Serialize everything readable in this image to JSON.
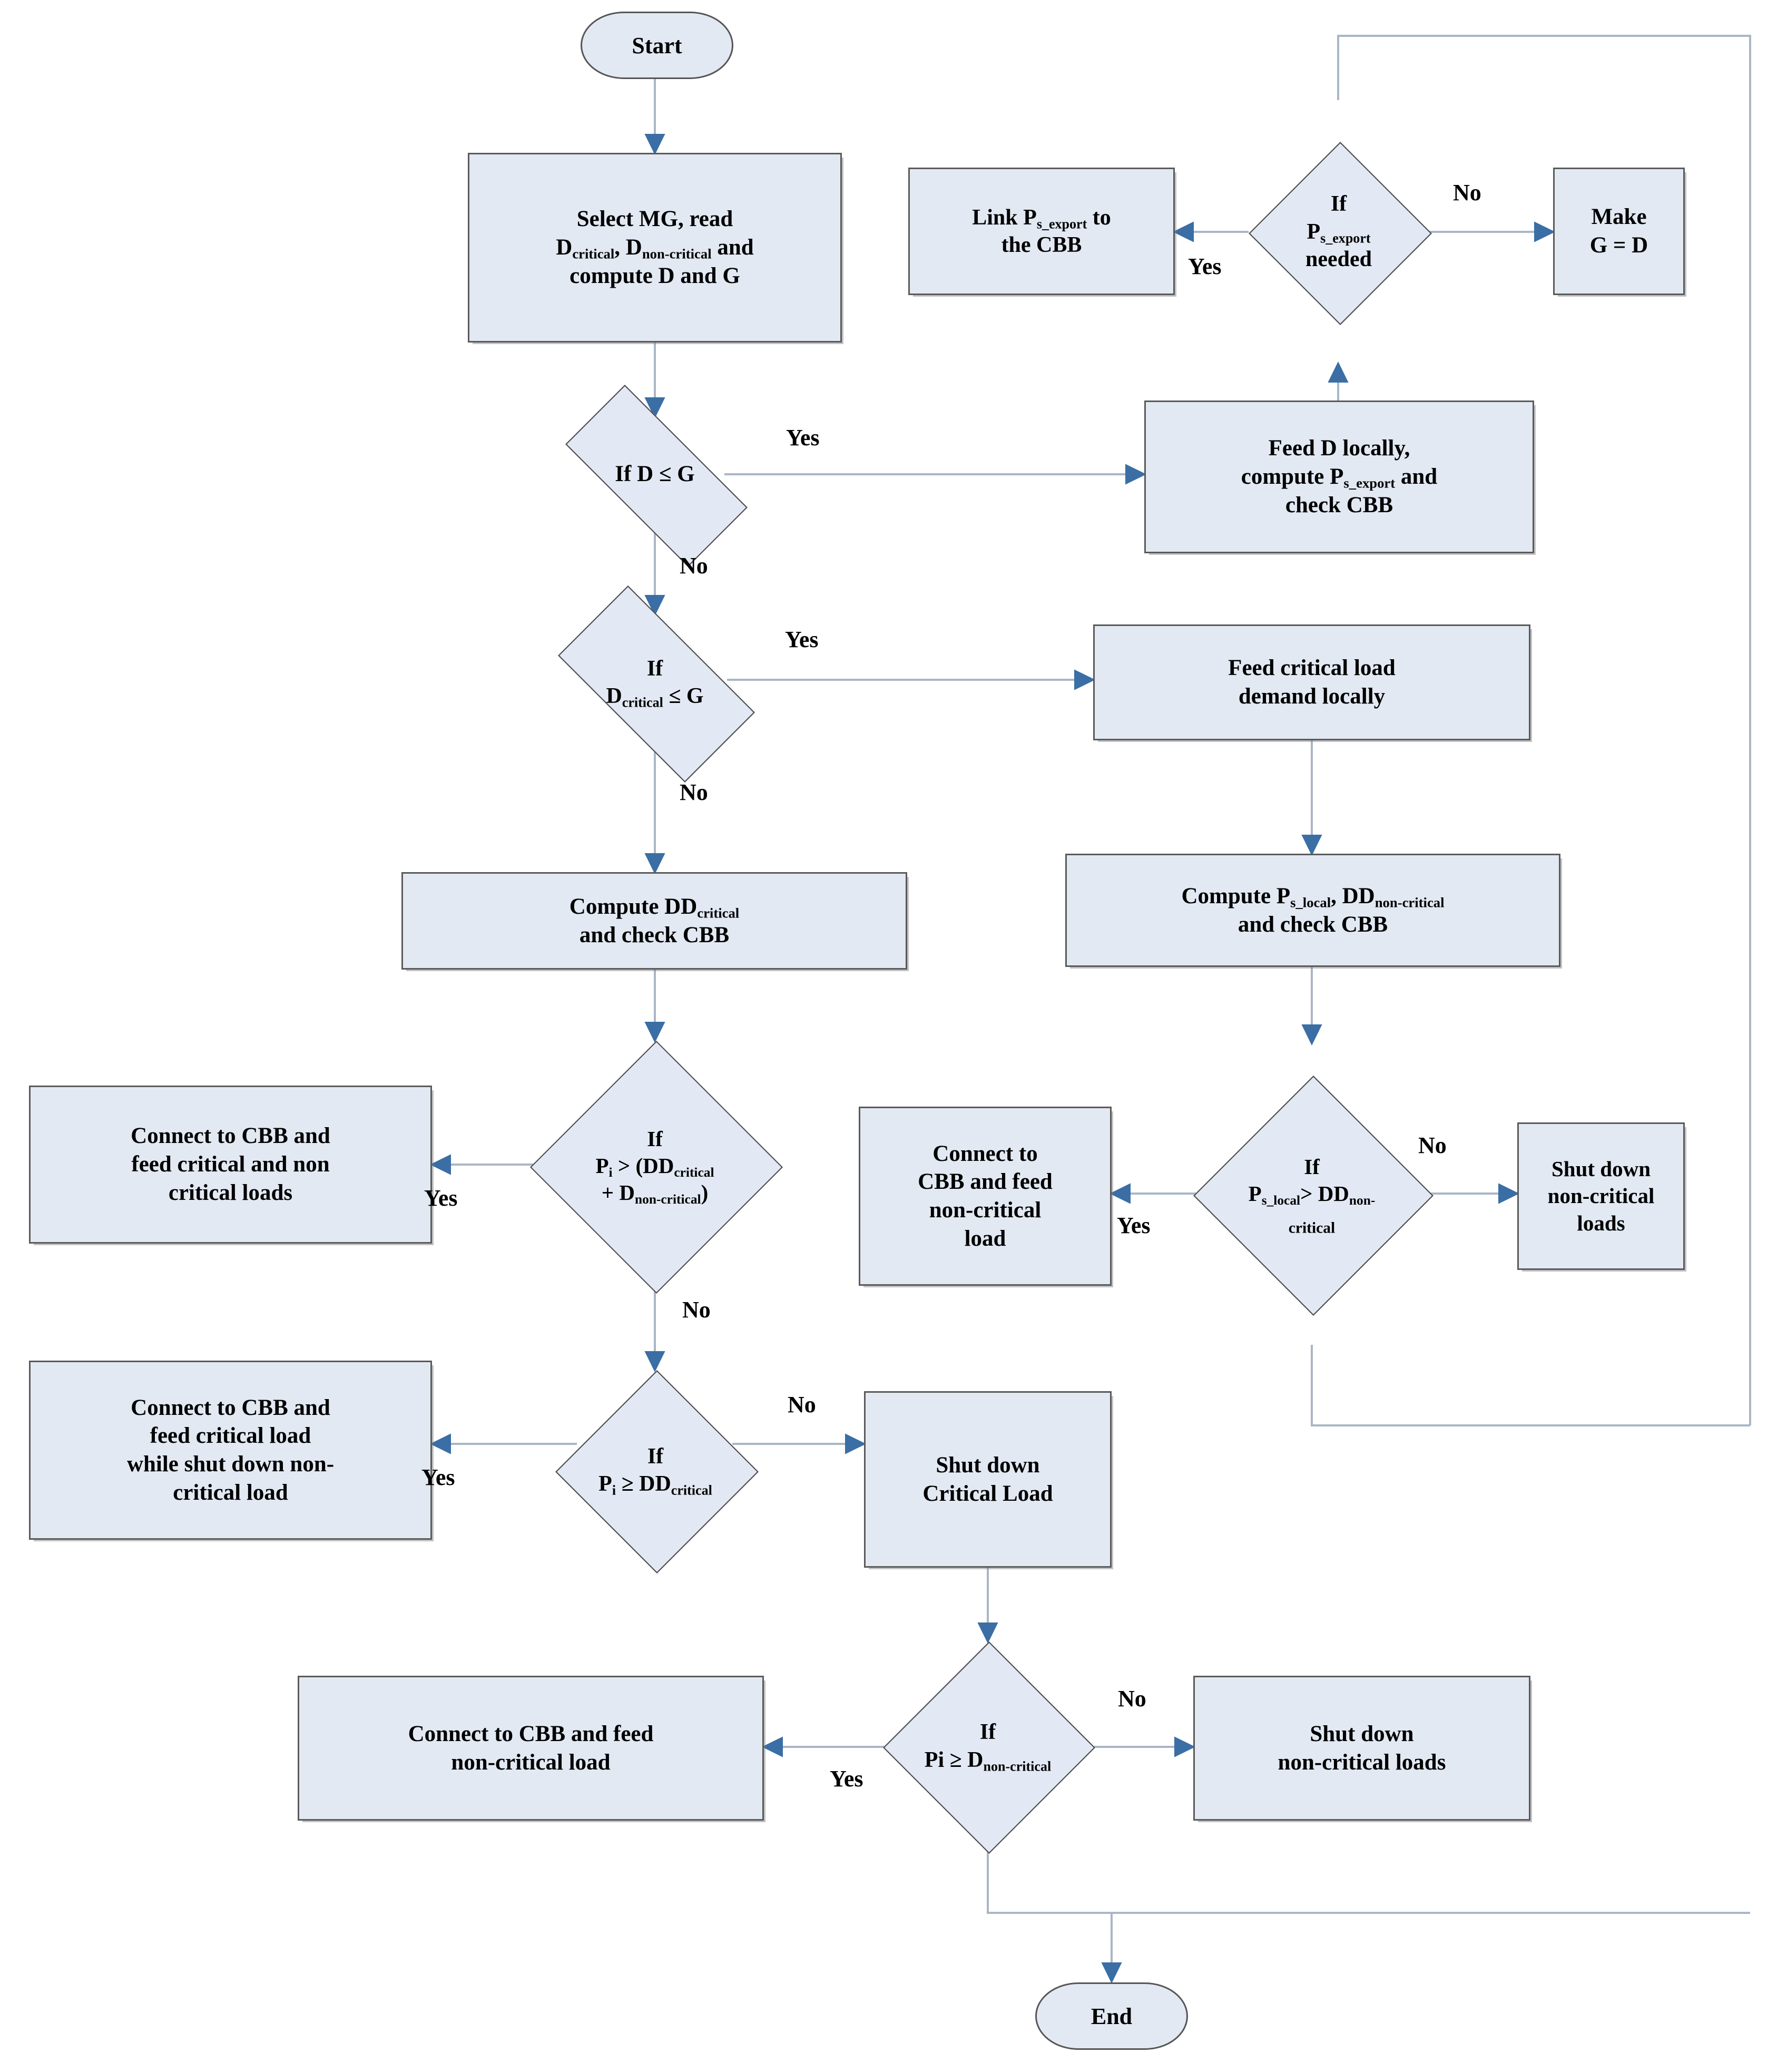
{
  "diagram": {
    "type": "flowchart",
    "title": "Microgrid critical / non-critical load dispatch algorithm",
    "colors": {
      "node_fill": "#e2e9f3",
      "node_border": "#555555",
      "arrow": "#3a6ea5",
      "connector_line": "#9aa8bb",
      "text": "#000000",
      "background": "#ffffff"
    }
  },
  "nodes": {
    "start": {
      "label": "Start",
      "shape": "terminator"
    },
    "select_mg": {
      "l1": "Select MG, read",
      "l2a": "D",
      "l2a_sub": "critical",
      "l2b": ", D",
      "l2b_sub": "non-critical",
      "l2c": " and",
      "l3": "compute D and G",
      "shape": "process"
    },
    "if_d_le_g": {
      "l1": "If D ≤ G",
      "shape": "decision"
    },
    "feed_d_locally": {
      "l1": "Feed D locally,",
      "l2a": "compute  P",
      "l2a_sub": "s_export",
      "l2b": " and",
      "l3": "check CBB",
      "shape": "process"
    },
    "if_ps_export_needed": {
      "l1": "If",
      "l2": "P",
      "l2_sub": "s_export",
      "l3": "needed",
      "shape": "decision"
    },
    "link_ps_export": {
      "l1a": "Link P",
      "l1a_sub": "s_export",
      "l1b": " to",
      "l2": "the CBB",
      "shape": "process"
    },
    "make_g_eq_d": {
      "l1": "Make",
      "l2": "G = D",
      "shape": "process"
    },
    "if_dcrit_le_g": {
      "l1": "If",
      "l2a": "D",
      "l2a_sub": "critical",
      "l2b": " ≤ G",
      "shape": "decision"
    },
    "feed_critical_local": {
      "l1": "Feed critical load",
      "l2": "demand locally",
      "shape": "process"
    },
    "compute_ddcrit": {
      "l1a": "Compute DD",
      "l1a_sub": "critical",
      "l2": "and check CBB",
      "shape": "process"
    },
    "compute_pslocal": {
      "l1a": "Compute P",
      "l1a_sub": "s_local",
      "l1b": ", DD",
      "l1b_sub": "non-critical",
      "l2": "and check CBB",
      "shape": "process"
    },
    "if_pi_gt_sum": {
      "l1": "If",
      "l2a": "P",
      "l2a_sub": "i",
      "l2b": " > (DD",
      "l2b_sub": "critical",
      "l3a": "+ D",
      "l3a_sub": "non-critical",
      "l3b": ")",
      "shape": "decision"
    },
    "connect_feed_both": {
      "l1": "Connect to CBB and",
      "l2": "feed critical and non",
      "l3": "critical loads",
      "shape": "process"
    },
    "if_pslocal_gt_ddnon": {
      "l1": "If",
      "l2a": "P",
      "l2a_sub": "s_local",
      "l2b": "> DD",
      "l2b_sub": "non-",
      "l3_sub": "critical",
      "shape": "decision"
    },
    "connect_feed_noncrit_mid": {
      "l1": "Connect to",
      "l2": "CBB and feed",
      "l3": "non-critical",
      "l4": "load",
      "shape": "process"
    },
    "shutdown_noncrit_right": {
      "l1": "Shut down",
      "l2": "non-critical",
      "l3": "loads",
      "shape": "process"
    },
    "if_pi_ge_ddcrit": {
      "l1": "If",
      "l2a": "P",
      "l2a_sub": "i",
      "l2b": " ≥ DD",
      "l2b_sub": "critical",
      "shape": "decision"
    },
    "connect_feed_crit_shut_noncrit": {
      "l1": "Connect to CBB and",
      "l2": "feed critical load",
      "l3": "while shut down non-",
      "l4": "critical load",
      "shape": "process"
    },
    "shutdown_critical_load": {
      "l1": "Shut down",
      "l2": "Critical Load",
      "shape": "process"
    },
    "if_pi_ge_dnon": {
      "l1": "If",
      "l2a": "Pi ≥ D",
      "l2a_sub": "non-critical",
      "shape": "decision"
    },
    "connect_feed_noncrit_bottom": {
      "l1": "Connect to CBB and feed",
      "l2": "non-critical load",
      "shape": "process"
    },
    "shutdown_noncrit_bottom": {
      "l1": "Shut down",
      "l2": "non-critical loads",
      "shape": "process"
    },
    "end": {
      "label": "End",
      "shape": "terminator"
    }
  },
  "edge_labels": {
    "yes_d_le_g": "Yes",
    "no_d_le_g": "No",
    "yes_ps_export": "Yes",
    "no_ps_export": "No",
    "yes_dcrit_le_g": "Yes",
    "no_dcrit_le_g": "No",
    "yes_pi_gt_sum": "Yes",
    "no_pi_gt_sum": "No",
    "yes_pslocal": "Yes",
    "no_pslocal": "No",
    "yes_pi_ge_ddcrit": "Yes",
    "no_pi_ge_ddcrit": "No",
    "yes_pi_ge_dnon": "Yes",
    "no_pi_ge_dnon": "No"
  }
}
